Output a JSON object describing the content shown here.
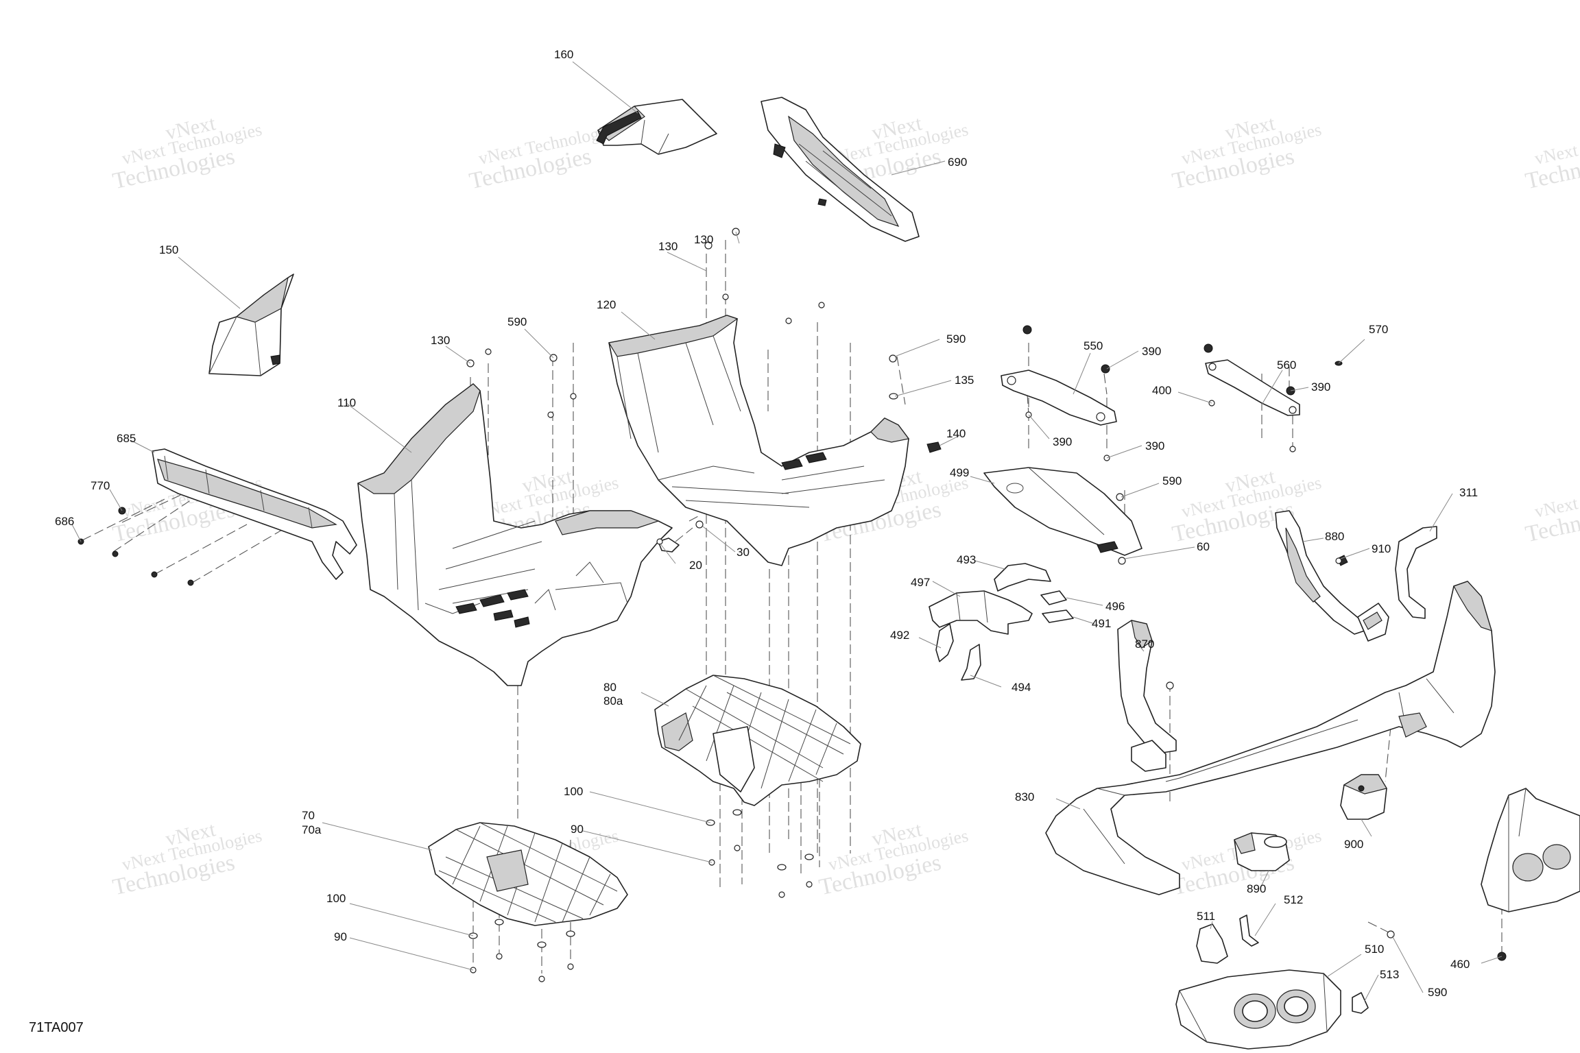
{
  "diagram": {
    "code": "71TA007",
    "watermark_line1": "vNext Technologies",
    "watermark_line2": "vNext",
    "watermark_line3": "Technologies",
    "callouts": [
      "160",
      "690",
      "150",
      "130",
      "130",
      "120",
      "130",
      "590",
      "590",
      "135",
      "550",
      "390",
      "560",
      "390",
      "570",
      "400",
      "390",
      "390",
      "110",
      "685",
      "770",
      "686",
      "140",
      "499",
      "590",
      "30",
      "20",
      "60",
      "311",
      "880",
      "910",
      "493",
      "497",
      "496",
      "491",
      "492",
      "870",
      "494",
      "80",
      "80a",
      "830",
      "900",
      "100",
      "90",
      "70",
      "70a",
      "100",
      "90",
      "890",
      "512",
      "511",
      "510",
      "513",
      "590",
      "460"
    ]
  }
}
